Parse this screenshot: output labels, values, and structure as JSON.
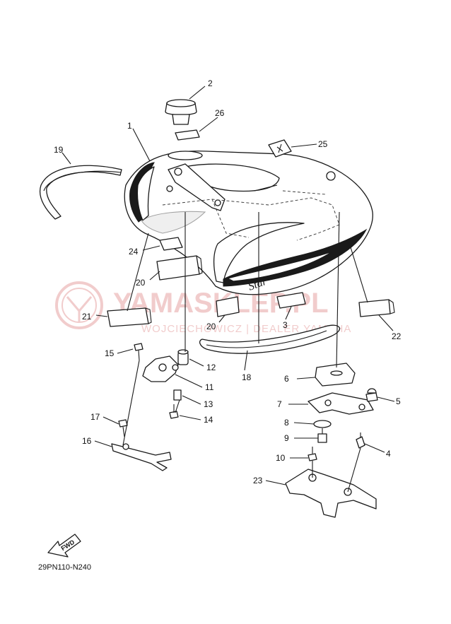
{
  "diagram": {
    "code": "29PN110-N240",
    "fwd_label": "FWD",
    "watermark": {
      "main": "YAMASKLEP.PL",
      "sub": "WOJCIECHOWICZ | DEALER YAMAHA"
    },
    "decal_text": "Star",
    "callouts": [
      "1",
      "2",
      "3",
      "4",
      "5",
      "6",
      "7",
      "8",
      "9",
      "10",
      "11",
      "12",
      "13",
      "14",
      "15",
      "16",
      "17",
      "18",
      "19",
      "20",
      "20",
      "21",
      "22",
      "23",
      "24",
      "25",
      "26"
    ]
  },
  "colors": {
    "ink": "#1a1a1a",
    "watermark": "#e6a3a3"
  }
}
